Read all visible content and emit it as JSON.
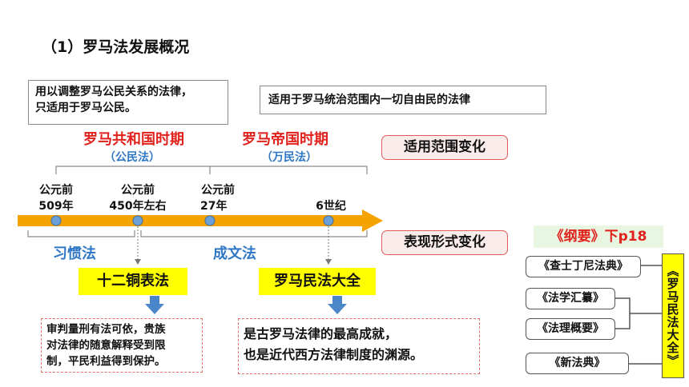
{
  "title": "（1）罗马法发展概况",
  "top_left_box": {
    "line1": "用以调整罗马公民关系的法律，",
    "line2": "只适用于罗马公民。"
  },
  "top_right_box": "适用于罗马统治范围内一切自由民的法律",
  "periods": [
    {
      "name": "罗马共和国时期",
      "law": "（公民法）"
    },
    {
      "name": "罗马帝国时期",
      "law": "（万民法）"
    }
  ],
  "scope_change": "适用范围变化",
  "form_change": "表现形式变化",
  "dates": [
    {
      "line1": "公元前",
      "line2": "509年"
    },
    {
      "line1": "公元前",
      "line2": "450年左右"
    },
    {
      "line1": "公元前",
      "line2": "27年"
    },
    {
      "line1": "",
      "line2": "6世纪"
    }
  ],
  "forms": {
    "custom": "习惯法",
    "written": "成文法"
  },
  "laws": {
    "twelve_tables": "十二铜表法",
    "corpus": "罗马民法大全"
  },
  "effects": {
    "twelve_tables": {
      "line1": "审判量刑有法可依，贵族",
      "line2": "对法律的随意解释受到限",
      "line3": "制，平民利益得到保护。"
    },
    "corpus": {
      "line1": "是古罗马法律的最高成就，",
      "line2": "也是近代西方法律制度的渊源。"
    }
  },
  "gangyao": "《纲要》下p18",
  "books": [
    "《查士丁尼法典》",
    "《法学汇纂》",
    "《法理概要》",
    "《新法典》"
  ],
  "corpus_vertical": "《罗马民法大全》",
  "colors": {
    "red": "#e0211c",
    "blue": "#2f77c4",
    "timeline": "#f5a300",
    "yellow": "#ffff00",
    "arrow_blue": "#4a86c8"
  }
}
